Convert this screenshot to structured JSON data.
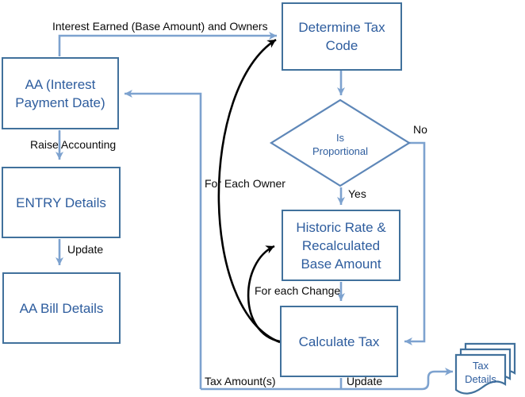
{
  "diagram": {
    "type": "flowchart",
    "nodes": {
      "determine_tax_code": {
        "label": "Determine Tax\nCode",
        "shape": "rectangle"
      },
      "aa_interest_payment_date": {
        "label": "AA (Interest\nPayment Date)",
        "shape": "rectangle"
      },
      "entry_details": {
        "label": "ENTRY Details",
        "shape": "rectangle"
      },
      "aa_bill_details": {
        "label": "AA Bill Details",
        "shape": "rectangle"
      },
      "is_proportional": {
        "label": "Is\nProportional",
        "shape": "decision-diamond"
      },
      "historic_rate": {
        "label": "Historic Rate &\nRecalculated\nBase Amount",
        "shape": "rectangle"
      },
      "calculate_tax": {
        "label": "Calculate Tax",
        "shape": "rectangle"
      },
      "tax_details": {
        "label": "Tax\nDetails",
        "shape": "multi-document"
      }
    },
    "edge_labels": {
      "interest_earned_owners": "Interest Earned (Base Amount) and Owners",
      "raise_accounting": "Raise Accounting",
      "update_entry": "Update",
      "for_each_owner": "For Each Owner",
      "decision_no": "No",
      "decision_yes": "Yes",
      "for_each_change": "For each Change",
      "tax_amounts": "Tax Amount(s)",
      "update_tax_details": "Update"
    },
    "edges": [
      {
        "from": "aa_interest_payment_date",
        "to": "determine_tax_code",
        "label": "Interest Earned (Base Amount) and Owners",
        "color": "blue"
      },
      {
        "from": "determine_tax_code",
        "to": "is_proportional",
        "label": "",
        "color": "blue"
      },
      {
        "from": "is_proportional",
        "to": "historic_rate",
        "label": "Yes",
        "color": "blue"
      },
      {
        "from": "is_proportional",
        "to": "calculate_tax",
        "label": "No",
        "color": "blue"
      },
      {
        "from": "historic_rate",
        "to": "calculate_tax",
        "label": "For each Change (label on loop)",
        "color": "blue"
      },
      {
        "from": "calculate_tax",
        "to": "aa_interest_payment_date",
        "label": "Tax Amount(s)",
        "color": "blue"
      },
      {
        "from": "calculate_tax",
        "to": "tax_details",
        "label": "Update",
        "color": "blue"
      },
      {
        "from": "calculate_tax",
        "to": "determine_tax_code",
        "label": "For Each Owner",
        "color": "black",
        "style": "curved"
      },
      {
        "from": "calculate_tax",
        "to": "historic_rate",
        "label": "For each Change",
        "color": "black",
        "style": "curved"
      },
      {
        "from": "aa_interest_payment_date",
        "to": "entry_details",
        "label": "Raise Accounting",
        "color": "blue"
      },
      {
        "from": "entry_details",
        "to": "aa_bill_details",
        "label": "Update",
        "color": "blue"
      }
    ],
    "colors": {
      "node_border": "#41719C",
      "node_text": "#2E5D9E",
      "diamond_border": "#5E87B8",
      "connector_blue": "#7DA2CF",
      "connector_black": "#000000",
      "background": "#FFFFFF"
    }
  }
}
